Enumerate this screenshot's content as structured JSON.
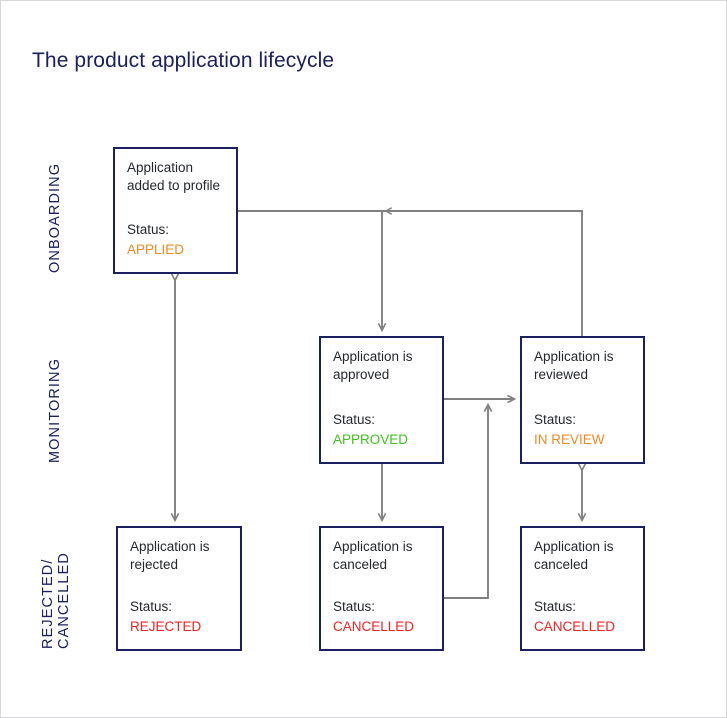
{
  "page": {
    "title": "The product application lifecycle",
    "title_color": "#1a2060",
    "background": "#ffffff",
    "frame_border_color": "#d8d8dc"
  },
  "colors": {
    "node_border": "#1a2060",
    "node_fill": "#ffffff",
    "body_text": "#24282e",
    "connector": "#808080",
    "status_applied": "#f08a24",
    "status_approved": "#3fc21c",
    "status_in_review": "#f08a24",
    "status_rejected": "#f42121",
    "status_cancelled": "#f42121"
  },
  "lanes": [
    {
      "id": "onboarding",
      "label": "ONBOARDING"
    },
    {
      "id": "monitoring",
      "label": "MONITORING"
    },
    {
      "id": "rejected-cancelled",
      "label_line1": "REJECTED/",
      "label_line2": "CANCELLED"
    }
  ],
  "nodes": [
    {
      "id": "applied",
      "title": "Application added to profile",
      "status_label": "Status:",
      "status_value": "APPLIED",
      "status_color": "#f08a24"
    },
    {
      "id": "approved",
      "title": "Application is approved",
      "status_label": "Status:",
      "status_value": "APPROVED",
      "status_color": "#3fc21c"
    },
    {
      "id": "reviewed",
      "title": "Application is reviewed",
      "status_label": "Status:",
      "status_value": "IN REVIEW",
      "status_color": "#f08a24"
    },
    {
      "id": "rejected",
      "title": "Application is rejected",
      "status_label": "Status:",
      "status_value": "REJECTED",
      "status_color": "#f42121"
    },
    {
      "id": "canceled-mid",
      "title": "Application is canceled",
      "status_label": "Status:",
      "status_value": "CANCELLED",
      "status_color": "#f42121"
    },
    {
      "id": "canceled-right",
      "title": "Application is canceled",
      "status_label": "Status:",
      "status_value": "CANCELLED",
      "status_color": "#f42121"
    }
  ],
  "edges": [
    {
      "id": "applied-to-reviewed",
      "from": "applied",
      "to": "reviewed",
      "direction": "forward"
    },
    {
      "id": "reviewed-back-to-approved",
      "from": "reviewed",
      "to": "approved",
      "direction": "forward"
    },
    {
      "id": "approved-to-reviewed",
      "from": "approved",
      "to": "reviewed",
      "direction": "forward"
    },
    {
      "id": "canceled-mid-to-reviewed",
      "from": "canceled-mid",
      "to": "reviewed",
      "direction": "forward"
    },
    {
      "id": "applied-rejected",
      "from": "applied",
      "to": "rejected",
      "direction": "both"
    },
    {
      "id": "approved-to-canceled-mid",
      "from": "approved",
      "to": "canceled-mid",
      "direction": "forward"
    },
    {
      "id": "reviewed-canceled-right",
      "from": "reviewed",
      "to": "canceled-right",
      "direction": "both"
    }
  ]
}
